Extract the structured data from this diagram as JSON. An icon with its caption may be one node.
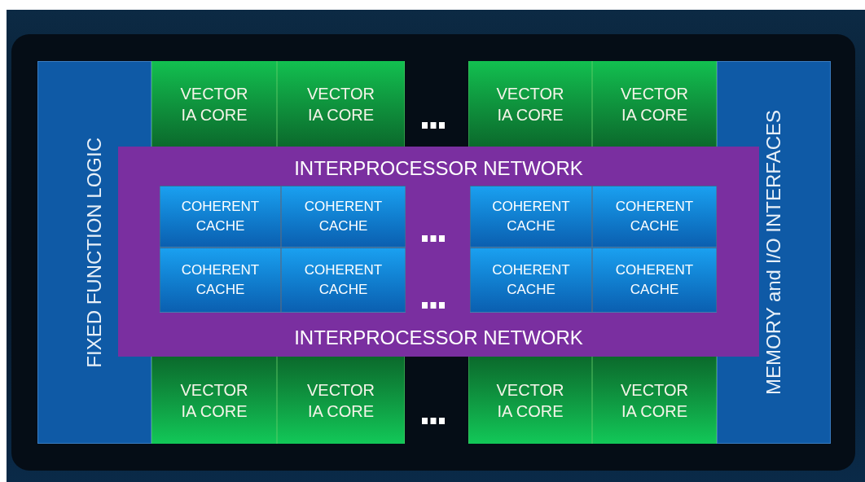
{
  "diagram": {
    "nodes": [
      {
        "text": [
          "FIXED FUNCTION LOGIC"
        ]
      },
      {
        "text": [
          "MEMORY and I/O INTERFACES"
        ]
      },
      {
        "text": [
          "INTERPROCESSOR NETWORK",
          "INTERPROCESSOR NETWORK"
        ]
      },
      {
        "text": [
          "VECTOR IA CORE"
        ]
      },
      {
        "text": [
          "VECTOR IA CORE"
        ]
      },
      {
        "text": [
          "VECTOR IA CORE"
        ]
      },
      {
        "text": [
          "VECTOR IA CORE"
        ]
      },
      {
        "text": [
          "COHERENT CACHE"
        ],
        "in": 2
      },
      {
        "text": [
          "COHERENT CACHE"
        ],
        "in": 2
      },
      {
        "text": [
          "COHERENT CACHE"
        ],
        "in": 2
      },
      {
        "text": [
          "COHERENT CACHE"
        ],
        "in": 2
      },
      {
        "text": [
          "COHERENT CACHE"
        ],
        "in": 2
      },
      {
        "text": [
          "COHERENT CACHE"
        ],
        "in": 2
      },
      {
        "text": [
          "COHERENT CACHE"
        ],
        "in": 2
      },
      {
        "text": [
          "COHERENT CACHE"
        ],
        "in": 2
      },
      {
        "text": [
          "VECTOR IA CORE"
        ]
      },
      {
        "text": [
          "VECTOR IA CORE"
        ]
      },
      {
        "text": [
          "VECTOR IA CORE"
        ]
      },
      {
        "text": [
          "VECTOR IA CORE"
        ]
      }
    ]
  }
}
